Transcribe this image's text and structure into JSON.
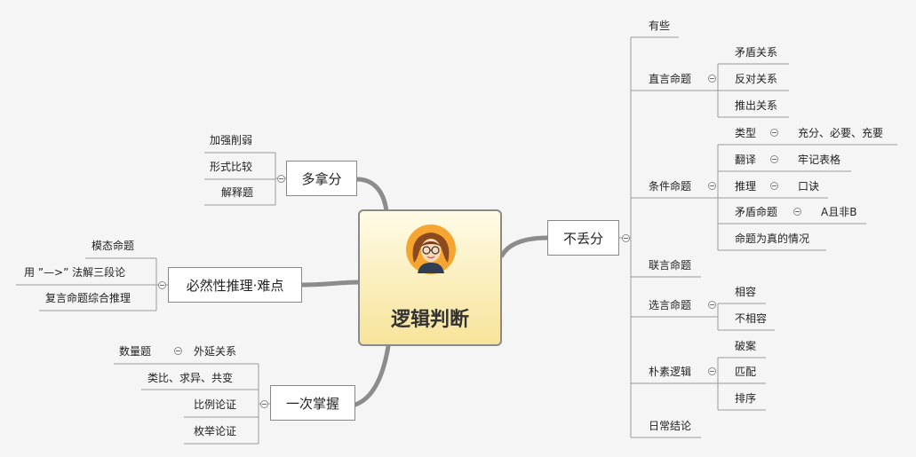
{
  "root": {
    "title": "逻辑判断"
  },
  "left": {
    "duonafen": {
      "label": "多拿分",
      "items": [
        "加强削弱",
        "形式比较",
        "解释题"
      ]
    },
    "biran": {
      "label": "必然性推理·难点",
      "items": [
        "模态命题",
        "用 ”—>” 法解三段论",
        "复言命题综合推理"
      ]
    },
    "yici": {
      "label": "一次掌握",
      "items": [
        "数量题",
        "类比、求异、共变",
        "比例论证",
        "枚举论证"
      ],
      "shuliang_child": "外延关系"
    }
  },
  "right": {
    "budiufen": {
      "label": "不丢分",
      "youxie": "有些",
      "zhiyan": {
        "label": "直言命题",
        "children": [
          "矛盾关系",
          "反对关系",
          "推出关系"
        ]
      },
      "tiaojian": {
        "label": "条件命题",
        "children": [
          {
            "label": "类型",
            "sub": "充分、必要、充要"
          },
          {
            "label": "翻译",
            "sub": "牢记表格"
          },
          {
            "label": "推理",
            "sub": "口诀"
          },
          {
            "label": "矛盾命题",
            "sub": "A且非B"
          },
          {
            "label": "命题为真的情况",
            "sub": ""
          }
        ]
      },
      "lianyan": "联言命题",
      "xuanyan": {
        "label": "选言命题",
        "children": [
          "相容",
          "不相容"
        ]
      },
      "pusu": {
        "label": "朴素逻辑",
        "children": [
          "破案",
          "匹配",
          "排序"
        ]
      },
      "richang": "日常结论"
    }
  }
}
